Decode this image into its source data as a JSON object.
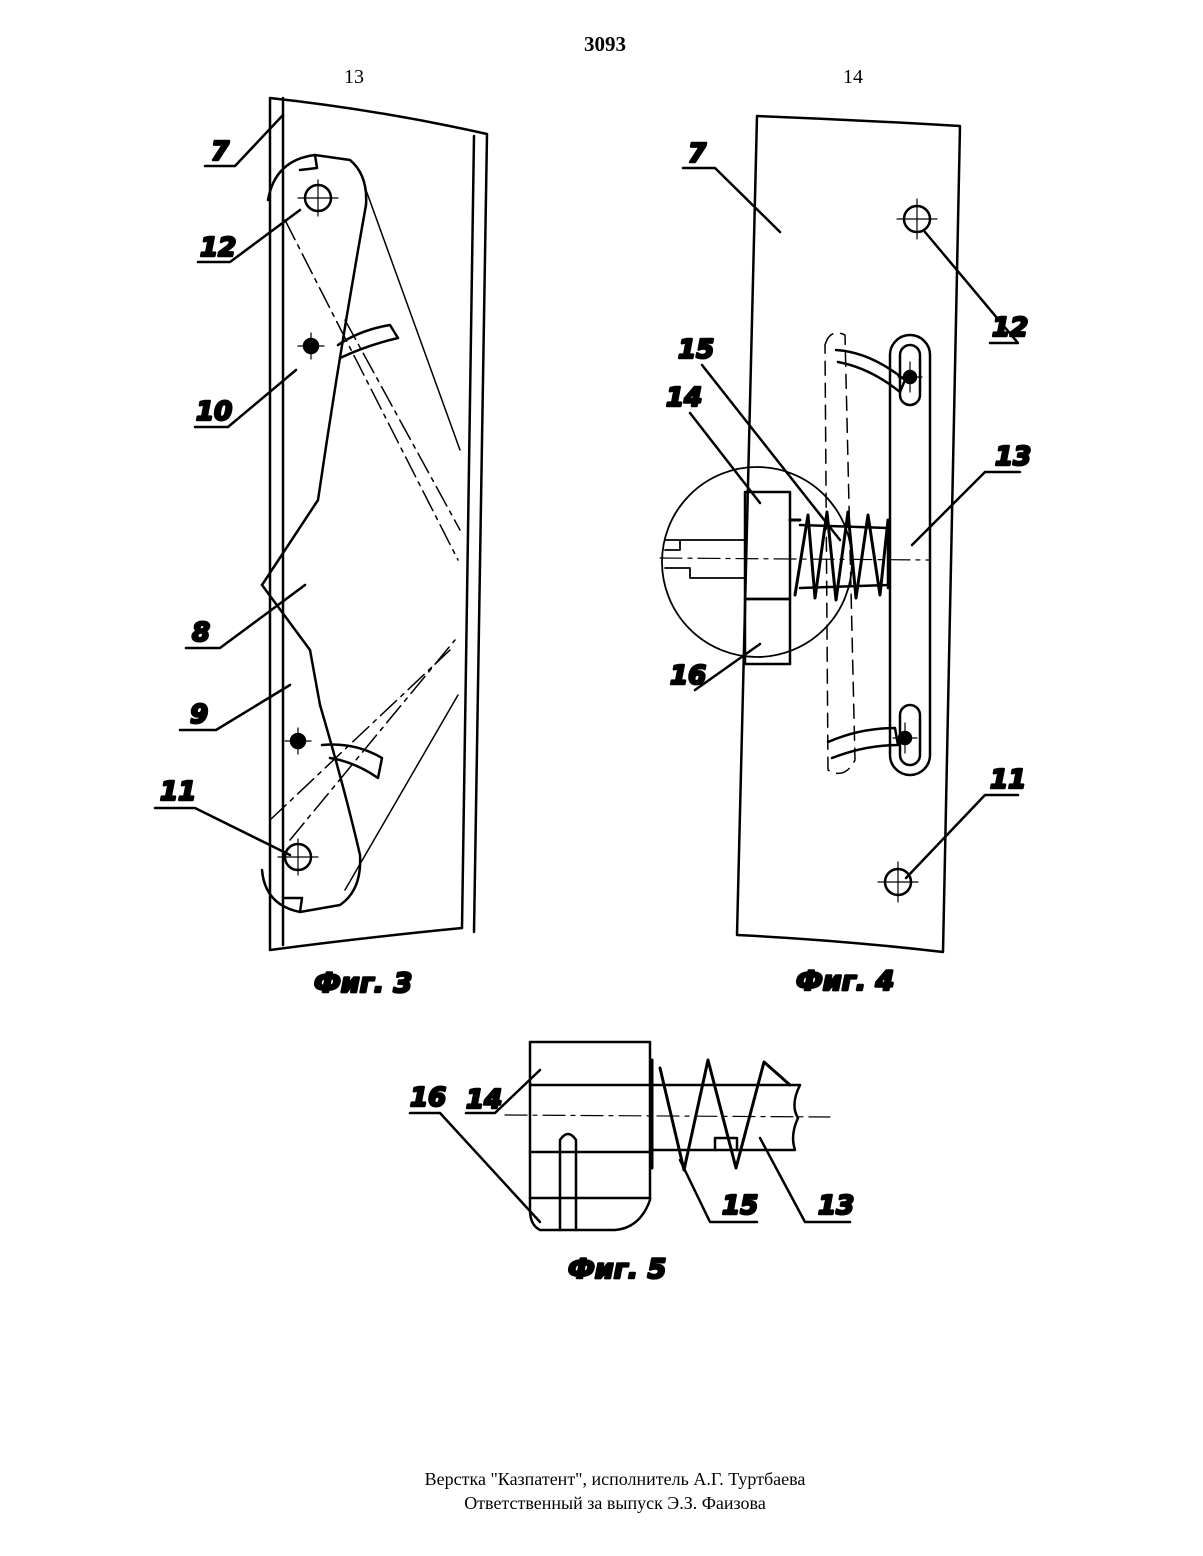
{
  "header": {
    "page_number": "3093",
    "left_column_number": "13",
    "right_column_number": "14"
  },
  "figures": [
    {
      "caption": "Фиг. 3",
      "labels": [
        "7",
        "12",
        "10",
        "8",
        "9",
        "11"
      ]
    },
    {
      "caption": "Фиг. 4",
      "labels": [
        "7",
        "12",
        "15",
        "14",
        "13",
        "16",
        "11"
      ]
    },
    {
      "caption": "Фиг. 5",
      "labels": [
        "16",
        "14",
        "15",
        "13"
      ]
    }
  ],
  "footer": {
    "line1": "Верстка \"Казпатент\", исполнитель А.Г. Туртбаева",
    "line2": "Ответственный за выпуск Э.З. Фаизова"
  }
}
